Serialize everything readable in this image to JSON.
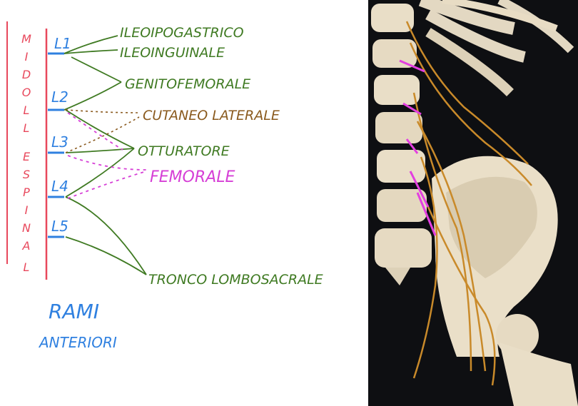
{
  "side_label": "MIDOLLE SPINALE",
  "footer": {
    "line1": "RAMI",
    "line2": "ANTERIORI"
  },
  "levels": [
    {
      "id": "L1",
      "label": "L1"
    },
    {
      "id": "L2",
      "label": "L2"
    },
    {
      "id": "L3",
      "label": "L3"
    },
    {
      "id": "L4",
      "label": "L4"
    },
    {
      "id": "L5",
      "label": "L5"
    }
  ],
  "nerves": [
    {
      "id": "ileoipogastrico",
      "label": "ILEOIPOGASTRICO",
      "color": "#3f7a22"
    },
    {
      "id": "ileoinguinale",
      "label": "ILEOINGUINALE",
      "color": "#3f7a22"
    },
    {
      "id": "genitofemorale",
      "label": "GENITOFEMORALE",
      "color": "#3f7a22"
    },
    {
      "id": "cutaneo-laterale",
      "label": "CUTANEO LATERALE",
      "color": "#8a5a1e"
    },
    {
      "id": "otturatore",
      "label": "OTTURATORE",
      "color": "#3f7a22"
    },
    {
      "id": "femorale",
      "label": "FEMORALE",
      "color": "#d63fd6"
    },
    {
      "id": "tronco-lombosacrale",
      "label": "TRONCO LOMBOSACRALE",
      "color": "#3f7a22"
    }
  ],
  "colors": {
    "spine_bar": "#e8485c",
    "levels": "#2f80e0",
    "green": "#3f7a22",
    "brown": "#8a5a1e",
    "magenta": "#d63fd6",
    "photo_bg": "#0e0f12",
    "bone": "#e8dcc4",
    "nerve_photo": "#c98a2a"
  }
}
